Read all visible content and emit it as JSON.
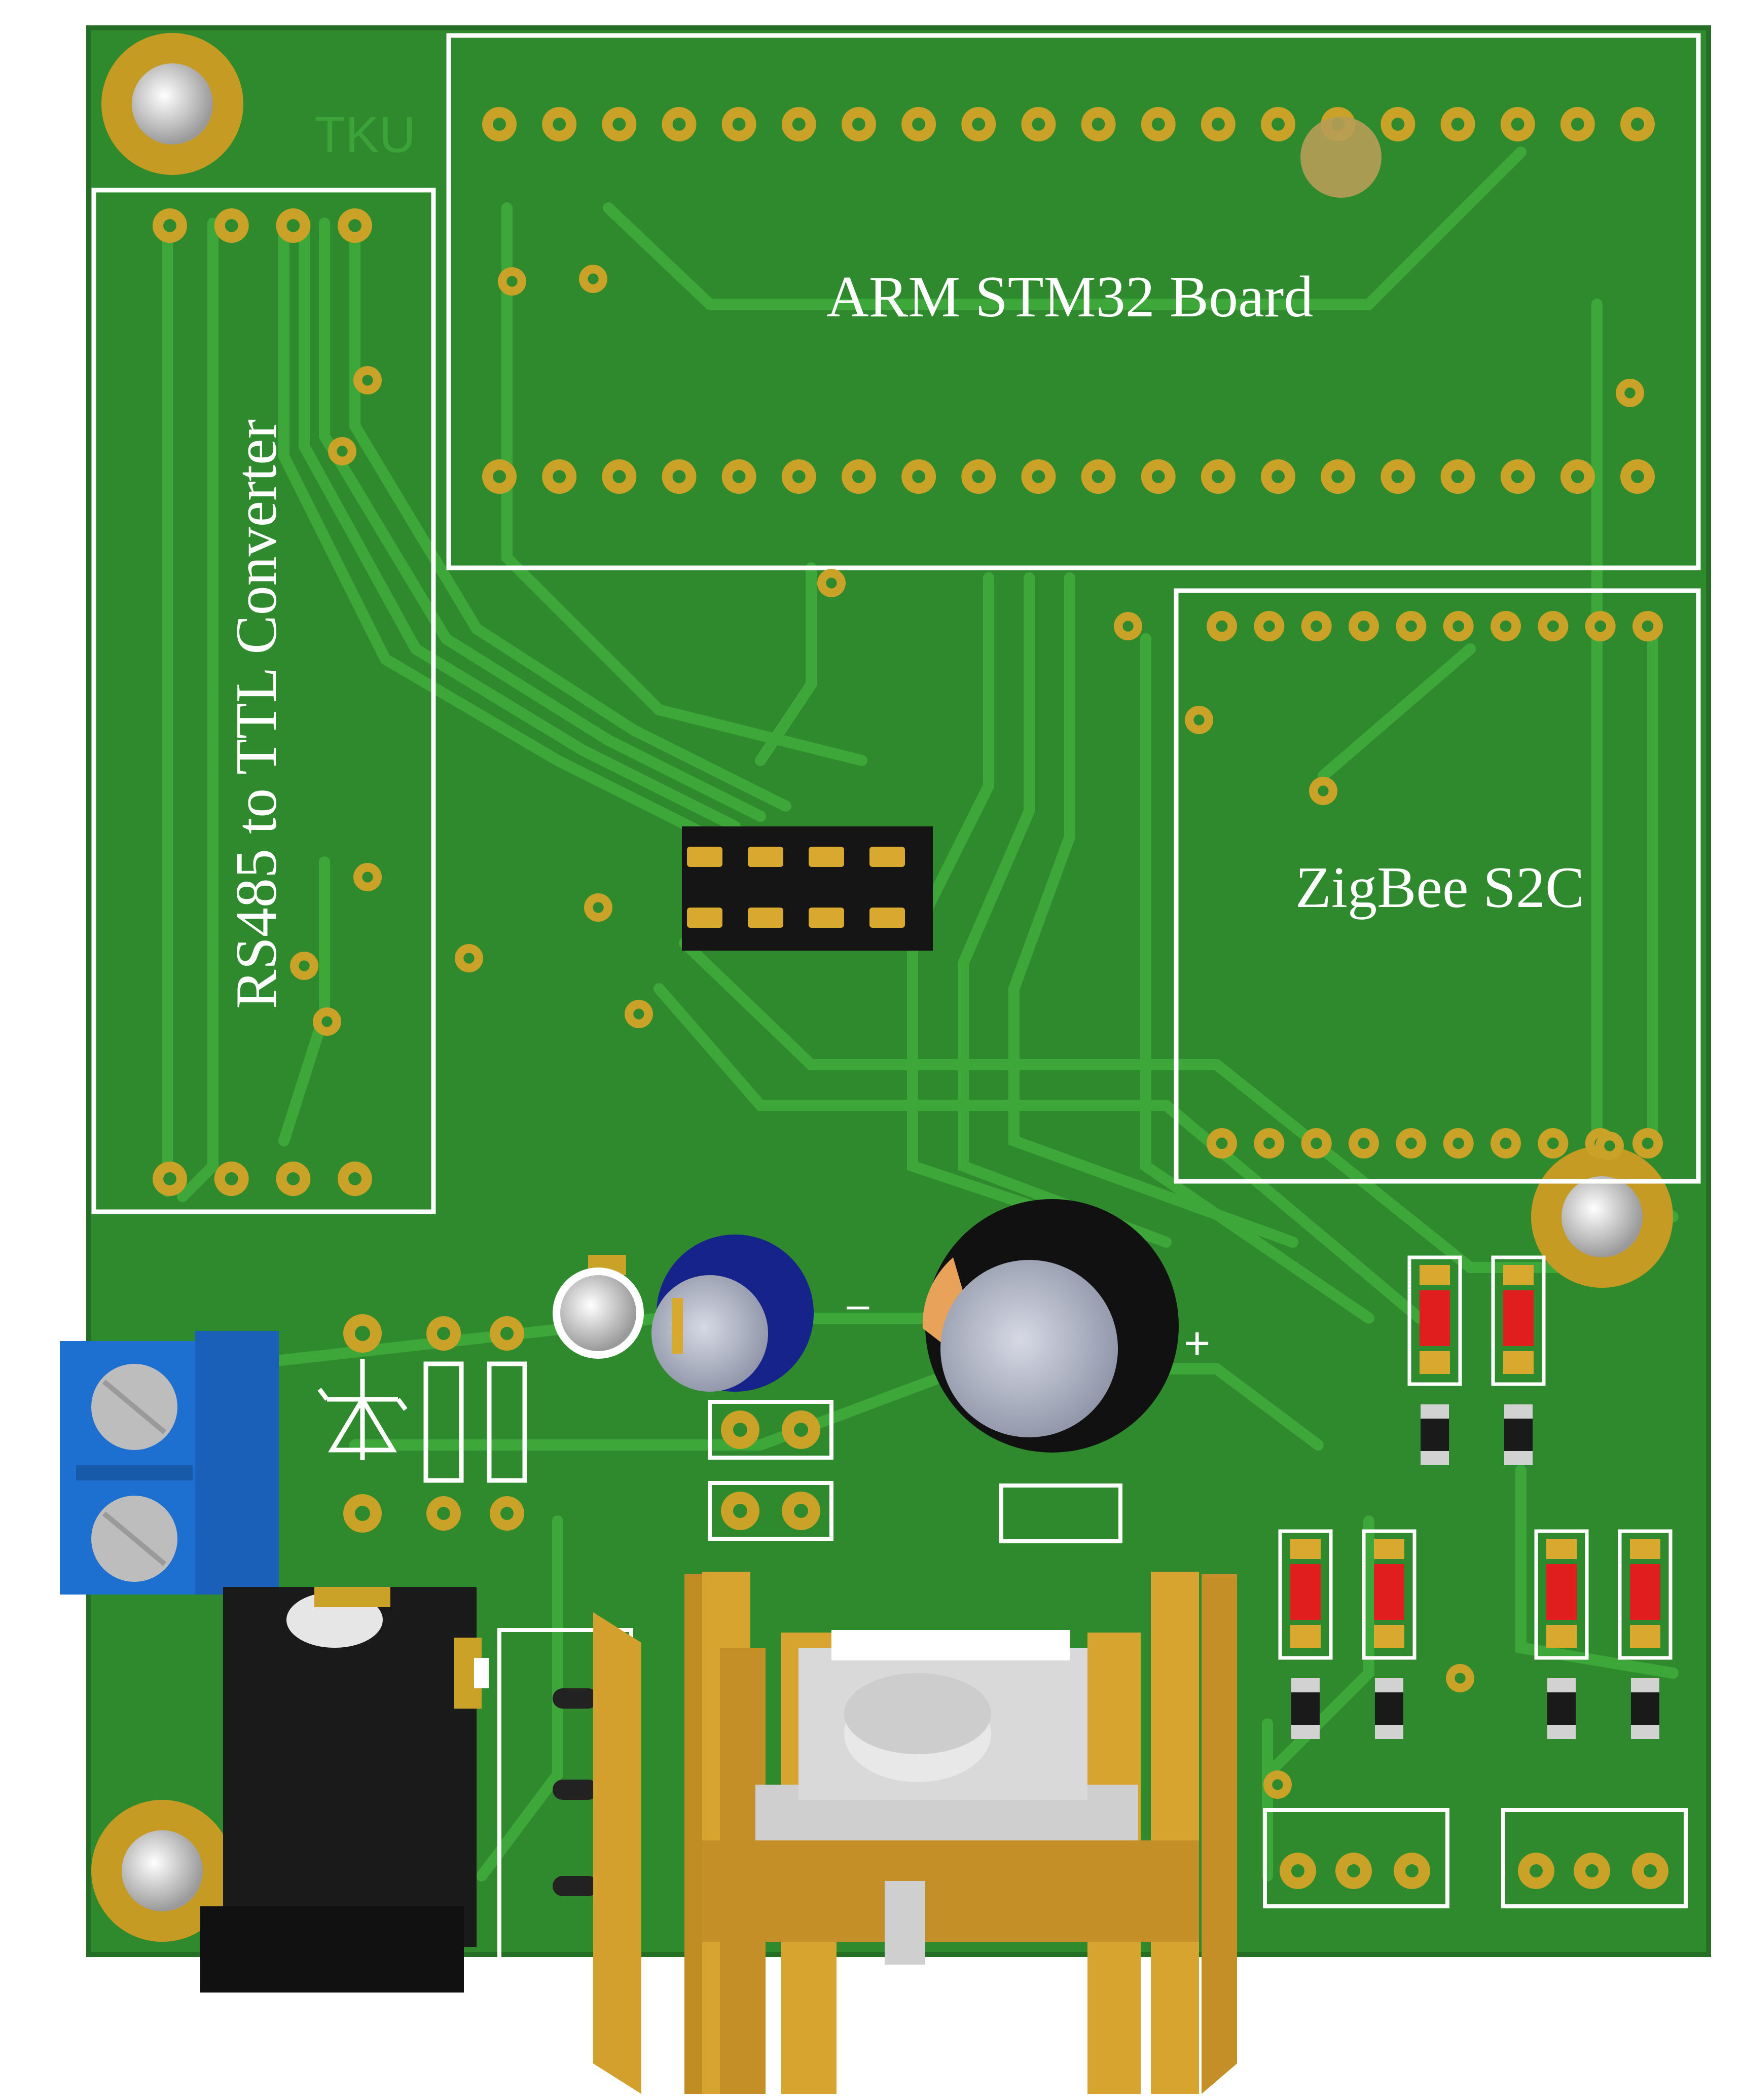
{
  "labels": {
    "arm_board": "ARM STM32 Board",
    "zigbee": "ZigBee S2C",
    "rs485": "RS485 to TTL Converter",
    "silk_tku": "TKU",
    "minus_sign": "–",
    "plus_sign": "+"
  },
  "colors": {
    "pcb": "#2e8a2e",
    "pcb_light": "#3a9c35",
    "trace": "#3fa83a",
    "silkscreen": "#ffffff",
    "pad": "#c9a227",
    "heatsink": "#d2a02e",
    "terminal_block": "#1f6fd0",
    "dc_jack": "#1b1b1b",
    "led_red": "#e01e1e"
  }
}
